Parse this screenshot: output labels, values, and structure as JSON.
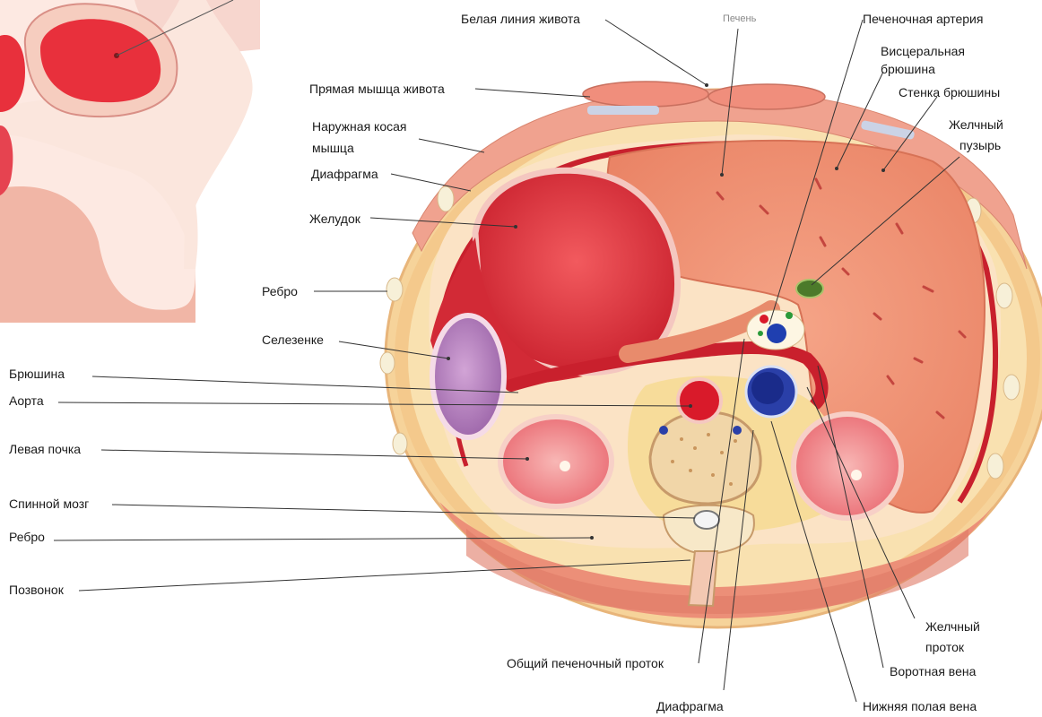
{
  "labels": {
    "white_line": "Белая линия живота",
    "liver": "Печень",
    "hepatic_artery": "Печеночная артерия",
    "visceral_peritoneum_1": "Висцеральная",
    "visceral_peritoneum_2": "брюшина",
    "peritoneum_wall": "Стенка брюшины",
    "rectus": "Прямая мышца живота",
    "ext_oblique_1": "Наружная косая",
    "ext_oblique_2": "мышца",
    "gallbladder_1": "Желчный",
    "gallbladder_2": "пузырь",
    "diaphragm_top": "Диафрагма",
    "stomach": "Желудок",
    "rib_top": "Ребро",
    "spleen": "Селезенке",
    "peritoneum": "Брюшина",
    "aorta": "Аорта",
    "left_kidney": "Левая почка",
    "spinal_cord": "Спинной мозг",
    "rib_bottom": "Ребро",
    "vertebra": "Позвонок",
    "bile_duct_1": "Желчный",
    "bile_duct_2": "проток",
    "common_hepatic_duct": "Общий печеночный проток",
    "portal_vein": "Воротная вена",
    "diaphragm_bottom": "Диафрагма",
    "ivc": "Нижняя полая вена"
  },
  "colors": {
    "skin": "#f3d8a0",
    "muscle": "#f0a28f",
    "liver": "#f0957a",
    "stomach": "#e2353f",
    "spleen": "#b07ab8",
    "kidney": "#f06a78",
    "vein": "#2a3fa8",
    "aorta": "#d91a2a",
    "vertebra": "#f1d6a8"
  }
}
